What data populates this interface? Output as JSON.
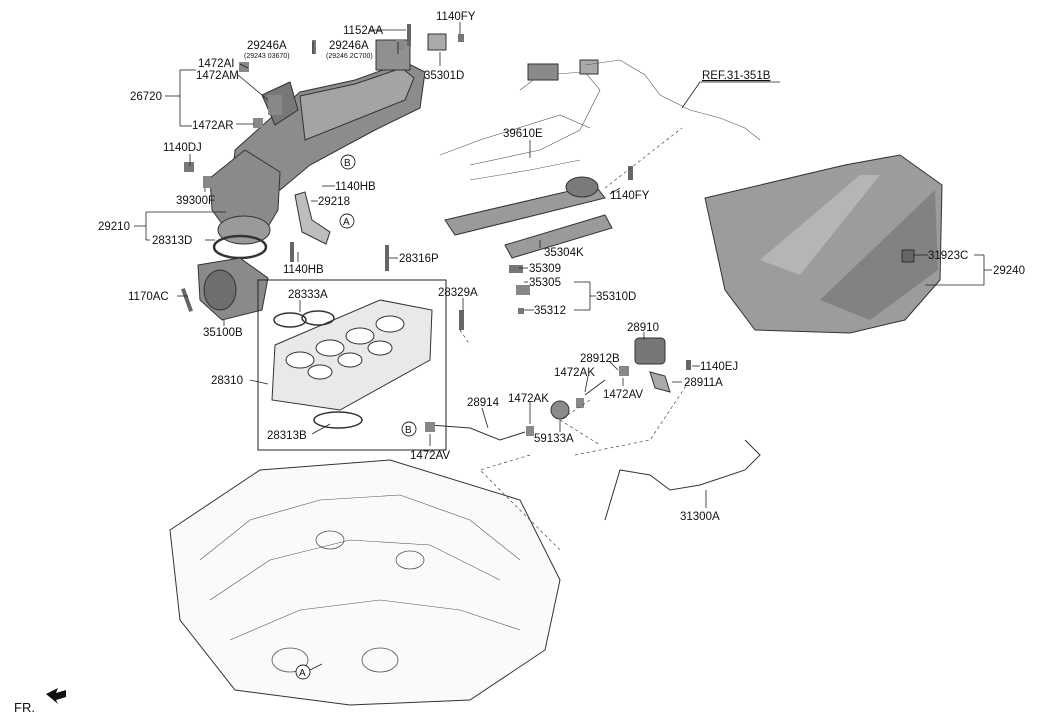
{
  "labels": {
    "p1152AA": "1152AA",
    "p1140FY_top": "1140FY",
    "p29246A_1": "29246A",
    "p29246A_1_sub": "(29243 03670)",
    "p29246A_2": "29246A",
    "p29246A_2_sub": "(29246 2C700)",
    "p35301D": "35301D",
    "p1472AI": "1472AI",
    "p1472AM": "1472AM",
    "p26720": "26720",
    "p1472AR": "1472AR",
    "p1140DJ": "1140DJ",
    "p39300F": "39300F",
    "p1140HB_1": "1140HB",
    "p29218": "29218",
    "p29210": "29210",
    "p28313D": "28313D",
    "p1140HB_2": "1140HB",
    "p28316P": "28316P",
    "p1170AC": "1170AC",
    "p35100B": "35100B",
    "p28333A": "28333A",
    "p28329A": "28329A",
    "p28310": "28310",
    "p28313B": "28313B",
    "p39610E": "39610E",
    "pREF": "REF.31-351B",
    "p1140FY_mid": "1140FY",
    "p35304K": "35304K",
    "p35309": "35309",
    "p35305": "35305",
    "p35310D": "35310D",
    "p35312": "35312",
    "p31923C": "31923C",
    "p29240": "29240",
    "p28910": "28910",
    "p28912B": "28912B",
    "p1140EJ": "1140EJ",
    "p1472AK_1": "1472AK",
    "p28911A": "28911A",
    "p1472AV_1": "1472AV",
    "p28914": "28914",
    "p1472AK_2": "1472AK",
    "p59133A": "59133A",
    "p1472AV_2": "1472AV",
    "p31300A": "31300A",
    "fr": "FR."
  },
  "callouts": {
    "A": "A",
    "B": "B"
  }
}
